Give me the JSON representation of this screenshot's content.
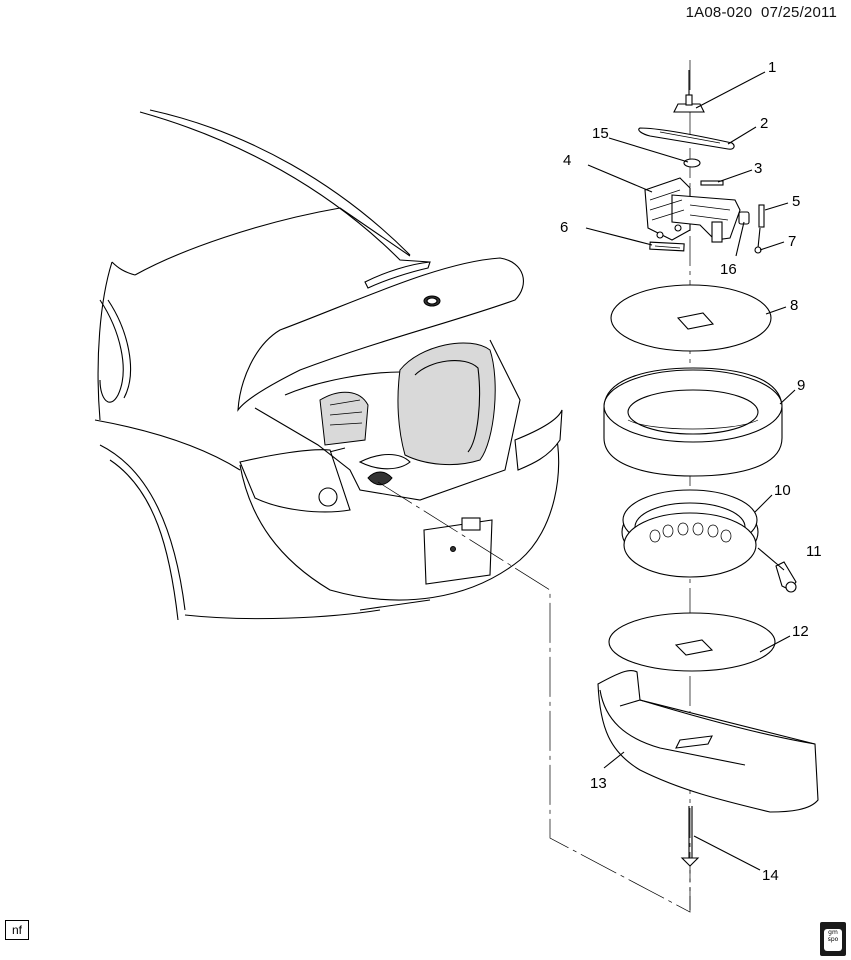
{
  "header": {
    "code": "1A08-020",
    "date": "07/25/2011"
  },
  "footer": {
    "note_box": "nf",
    "logo_text": "gm spo",
    "logo_name": "gm-spo-logo"
  },
  "callouts": [
    {
      "id": "c1",
      "label": "1"
    },
    {
      "id": "c2",
      "label": "2"
    },
    {
      "id": "c3",
      "label": "3"
    },
    {
      "id": "c4",
      "label": "4"
    },
    {
      "id": "c5",
      "label": "5"
    },
    {
      "id": "c6",
      "label": "6"
    },
    {
      "id": "c7",
      "label": "7"
    },
    {
      "id": "c8",
      "label": "8"
    },
    {
      "id": "c9",
      "label": "9"
    },
    {
      "id": "c10",
      "label": "10"
    },
    {
      "id": "c11",
      "label": "11"
    },
    {
      "id": "c12",
      "label": "12"
    },
    {
      "id": "c13",
      "label": "13"
    },
    {
      "id": "c14",
      "label": "14"
    },
    {
      "id": "c15",
      "label": "15"
    },
    {
      "id": "c16",
      "label": "16"
    }
  ]
}
